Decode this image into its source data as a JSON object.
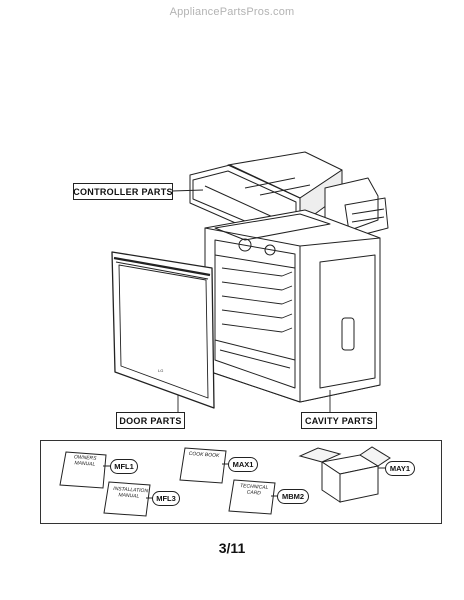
{
  "watermark": "AppliancePartsPros.com",
  "labels": {
    "controller_parts": "CONTROLLER PARTS",
    "door_parts": "DOOR PARTS",
    "cavity_parts": "CAVITY PARTS"
  },
  "manuals": [
    {
      "title": "OWNERS MANUAL",
      "code": "MFL1"
    },
    {
      "title": "INSTALLATION MANUAL",
      "code": "MFL3"
    },
    {
      "title": "COOK BOOK",
      "code": "MAX1"
    },
    {
      "title": "TECHNICAL CARD",
      "code": "MBM2"
    },
    {
      "title": "",
      "code": "MAY1"
    }
  ],
  "page_number": "3/11"
}
